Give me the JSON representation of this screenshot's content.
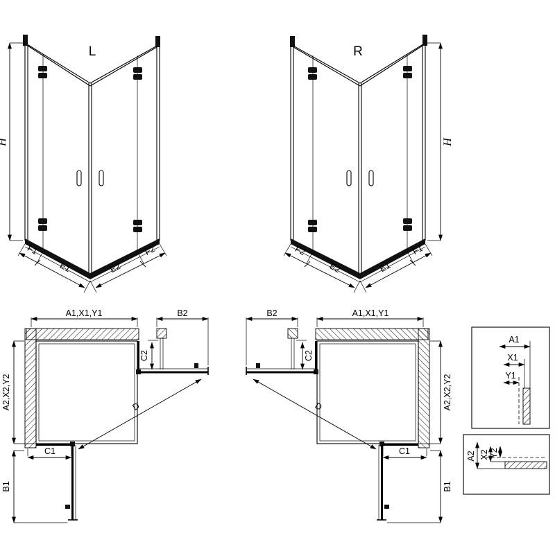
{
  "diagram": {
    "background": "#ffffff",
    "line_color": "#000000",
    "iso_left": {
      "title": "L",
      "h": "H",
      "f1": "F1",
      "e1": "E1",
      "e2": "E2",
      "f2": "F2"
    },
    "iso_right": {
      "title": "R",
      "h": "H",
      "f1": "F1",
      "e1": "E1",
      "e2": "E2",
      "f2": "F2"
    },
    "plan_left": {
      "a1": "A1,X1,Y1",
      "b2": "B2",
      "c2": "C2",
      "a2": "A2,X2,Y2",
      "c1": "C1",
      "b1": "B1",
      "d": "D"
    },
    "plan_right": {
      "a1": "A1,X1,Y1",
      "b2": "B2",
      "c2": "C2",
      "a2": "A2,X2,Y2",
      "c1": "C1",
      "b1": "B1",
      "d": "D"
    },
    "detail_top": {
      "a1": "A1",
      "x1": "X1",
      "y1": "Y1"
    },
    "detail_bottom": {
      "a2": "A2",
      "x2": "X2",
      "y2": "Y2"
    }
  }
}
